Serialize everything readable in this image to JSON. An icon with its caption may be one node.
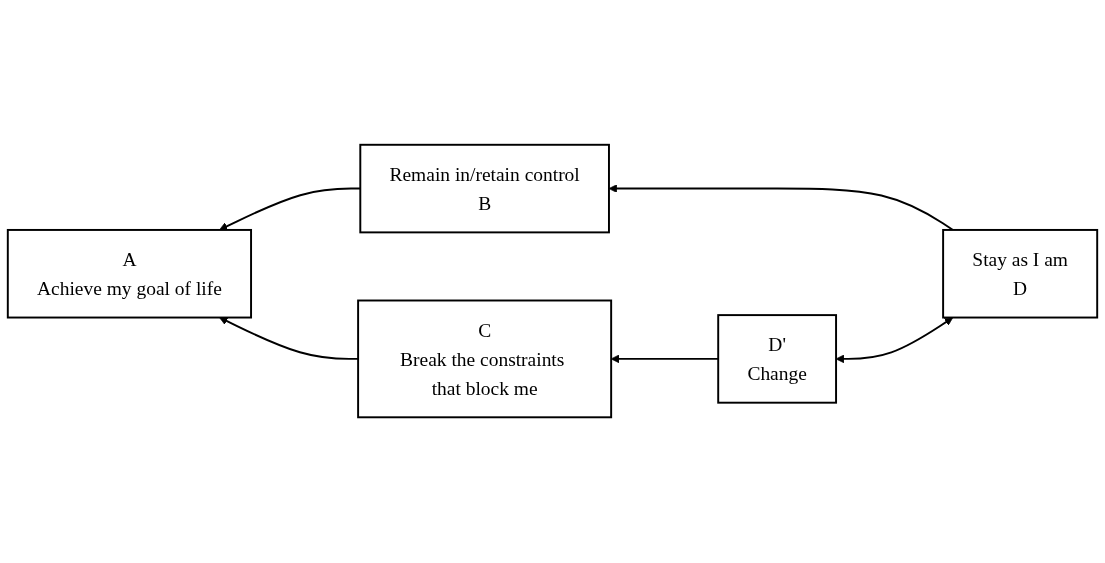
{
  "diagram": {
    "nodes": [
      {
        "text": [
          "A",
          "Achieve my goal of life"
        ]
      },
      {
        "text": [
          "Remain in/retain control",
          "B"
        ]
      },
      {
        "text": [
          "Stay as I am",
          "D"
        ]
      },
      {
        "text": [
          "C",
          "Break the constraints that block me"
        ]
      },
      {
        "text": [
          "D'",
          "Change"
        ]
      }
    ],
    "edges": [
      {
        "from": 1,
        "to": 0,
        "arrow": "to"
      },
      {
        "from": 2,
        "to": 1,
        "arrow": "to"
      },
      {
        "from": 2,
        "to": 4,
        "arrow": "both"
      },
      {
        "from": 4,
        "to": 3,
        "arrow": "to"
      },
      {
        "from": 3,
        "to": 0,
        "arrow": "to"
      }
    ]
  }
}
